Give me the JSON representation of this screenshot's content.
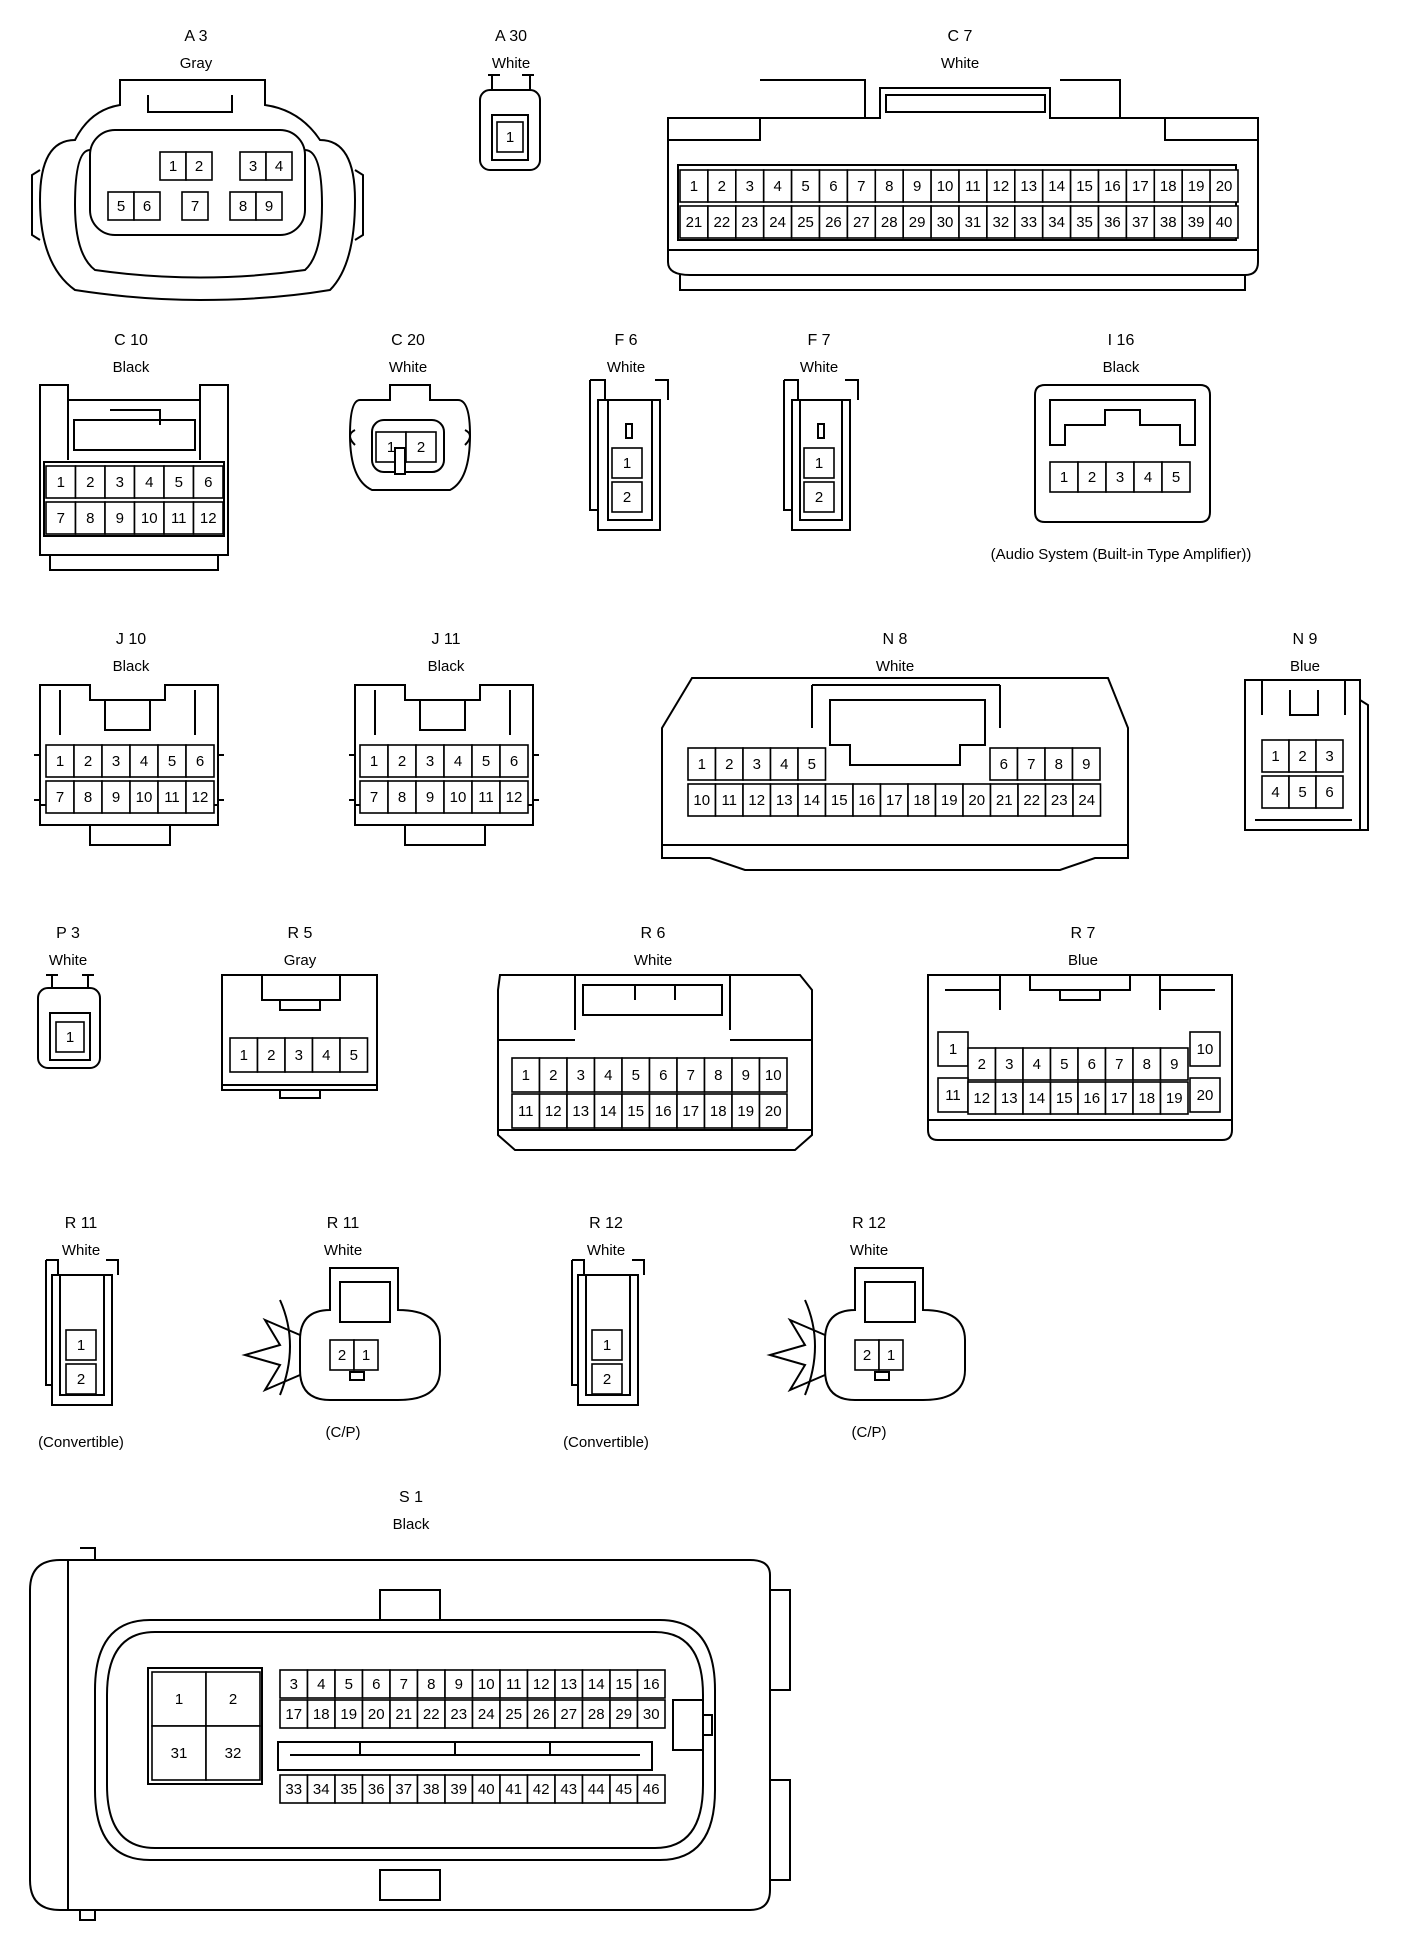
{
  "connectors": [
    {
      "key": "a3",
      "id": "A 3",
      "color": "Gray"
    },
    {
      "key": "a30",
      "id": "A 30",
      "color": "White"
    },
    {
      "key": "c7",
      "id": "C 7",
      "color": "White"
    },
    {
      "key": "c10",
      "id": "C 10",
      "color": "Black"
    },
    {
      "key": "c20",
      "id": "C 20",
      "color": "White"
    },
    {
      "key": "f6",
      "id": "F 6",
      "color": "White"
    },
    {
      "key": "f7",
      "id": "F 7",
      "color": "White"
    },
    {
      "key": "i16",
      "id": "I 16",
      "color": "Black",
      "note": "(Audio System (Built-in Type Amplifier))"
    },
    {
      "key": "j10",
      "id": "J 10",
      "color": "Black"
    },
    {
      "key": "j11",
      "id": "J 11",
      "color": "Black"
    },
    {
      "key": "n8",
      "id": "N 8",
      "color": "White"
    },
    {
      "key": "n9",
      "id": "N 9",
      "color": "Blue"
    },
    {
      "key": "p3",
      "id": "P 3",
      "color": "White"
    },
    {
      "key": "r5",
      "id": "R 5",
      "color": "Gray"
    },
    {
      "key": "r6",
      "id": "R 6",
      "color": "White"
    },
    {
      "key": "r7",
      "id": "R 7",
      "color": "Blue"
    },
    {
      "key": "r11a",
      "id": "R 11",
      "color": "White",
      "note": "(Convertible)"
    },
    {
      "key": "r11b",
      "id": "R 11",
      "color": "White",
      "note": "(C/P)"
    },
    {
      "key": "r12a",
      "id": "R 12",
      "color": "White",
      "note": "(Convertible)"
    },
    {
      "key": "r12b",
      "id": "R 12",
      "color": "White",
      "note": "(C/P)"
    },
    {
      "key": "s1",
      "id": "S 1",
      "color": "Black"
    }
  ]
}
